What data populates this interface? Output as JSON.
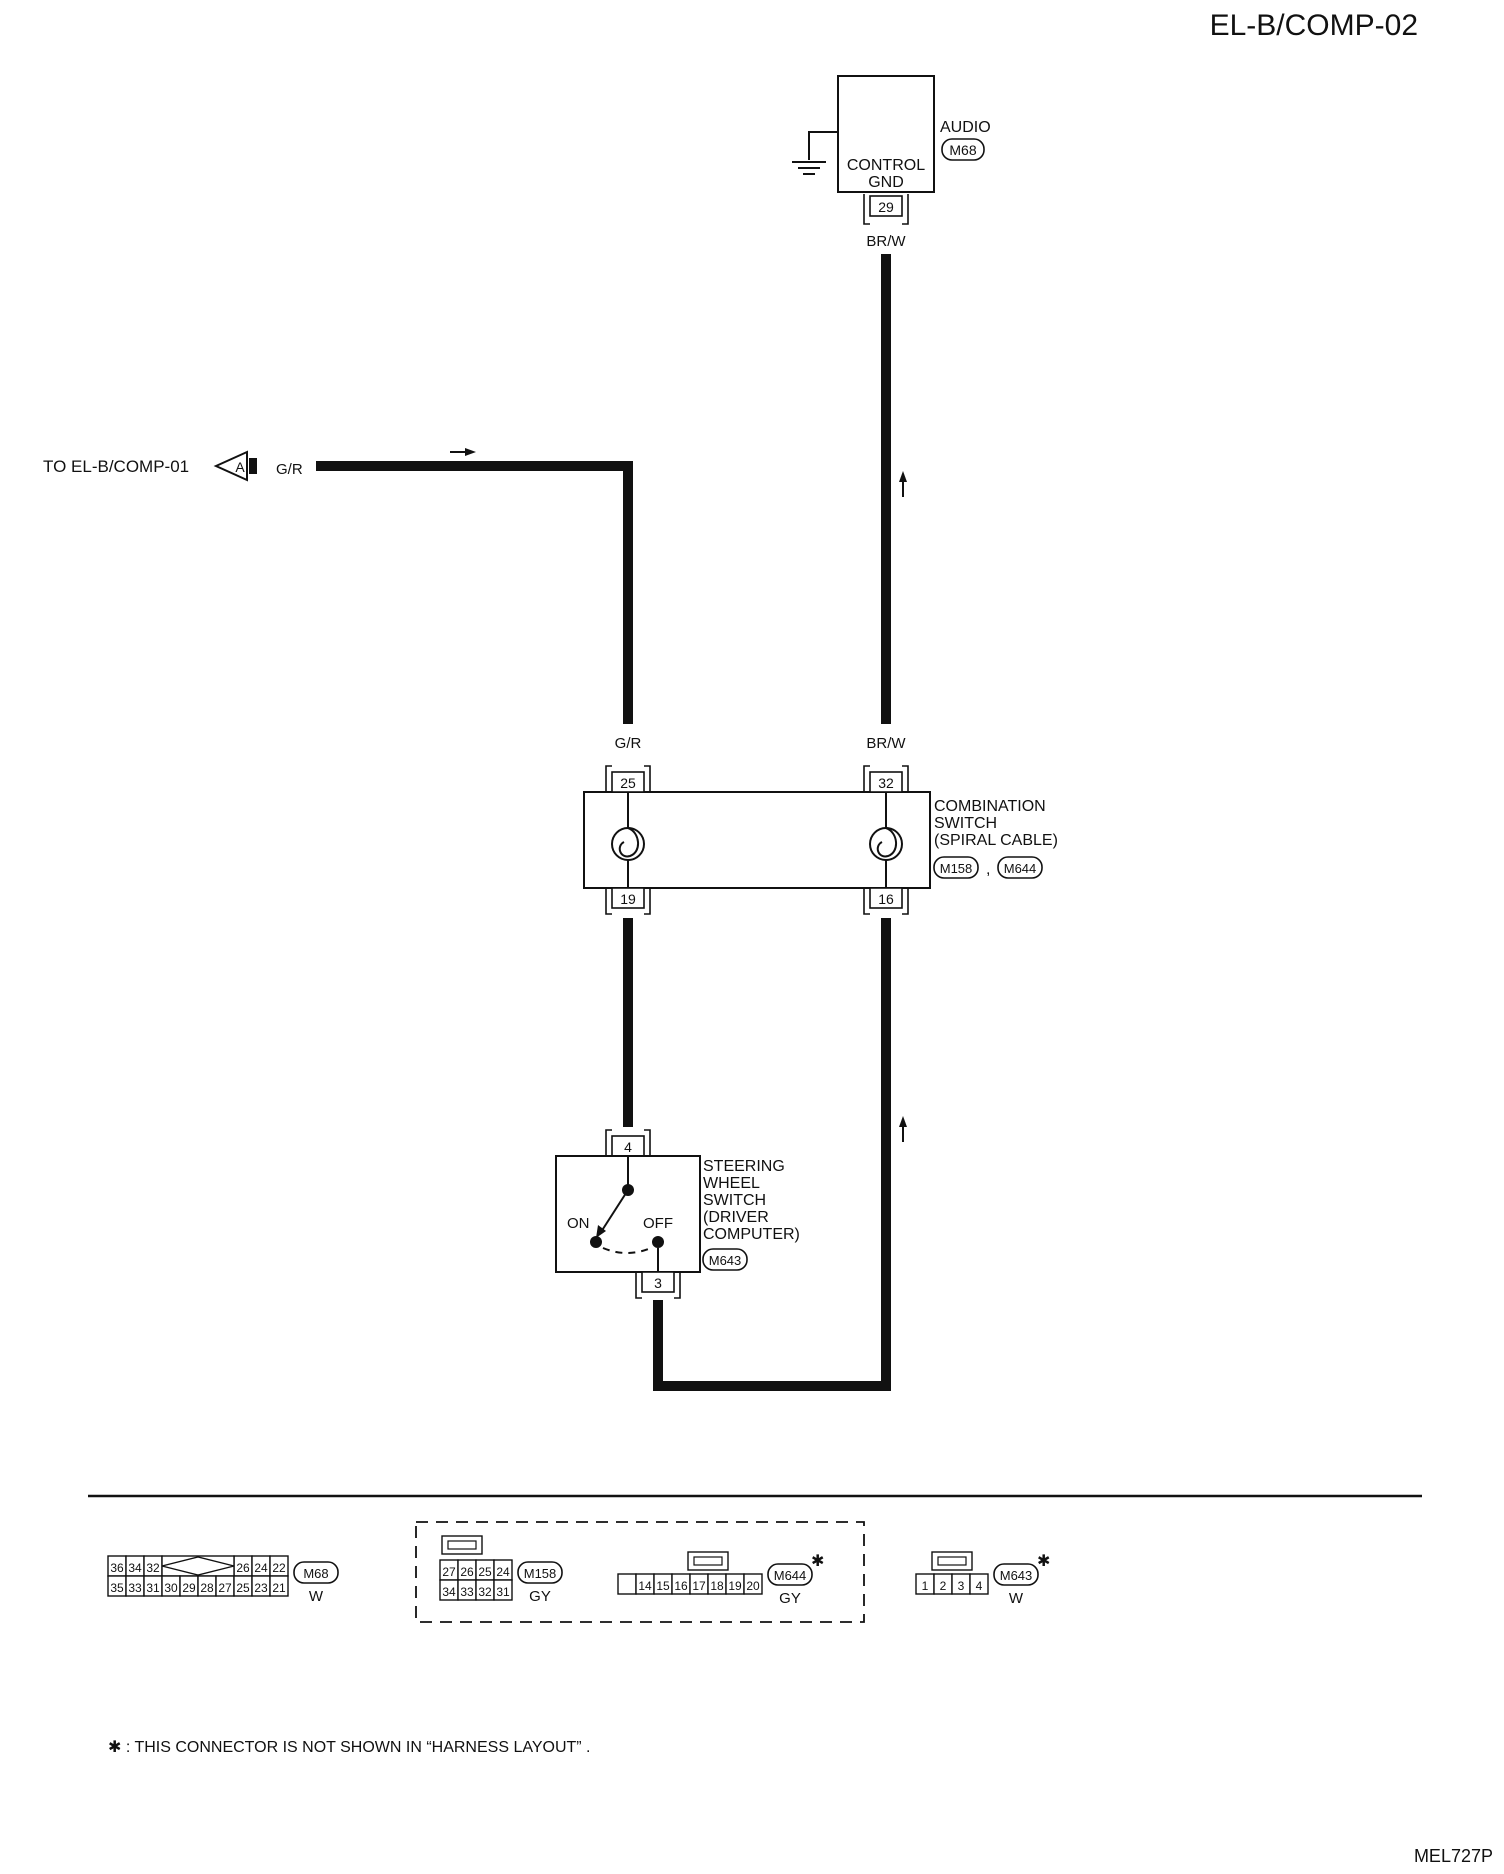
{
  "page_title": "EL-B/COMP-02",
  "figure_id": "MEL727P",
  "footnote": "✱ : THIS CONNECTOR IS NOT SHOWN IN “HARNESS LAYOUT” .",
  "audio": {
    "name": "AUDIO",
    "connector": "M68",
    "terminal_name_1": "CONTROL",
    "terminal_name_2": "GND",
    "pin": "29",
    "wire": "BR/W"
  },
  "offpage": {
    "text": "TO EL-B/COMP-01",
    "letter": "A",
    "wire": "G/R"
  },
  "combination_switch": {
    "line1": "COMBINATION",
    "line2": "SWITCH",
    "line3": "(SPIRAL CABLE)",
    "connector_a": "M158",
    "separator": ",",
    "connector_b": "M644",
    "wire_left": "G/R",
    "wire_right": "BR/W",
    "pin_top_left": "25",
    "pin_top_right": "32",
    "pin_bottom_left": "19",
    "pin_bottom_right": "16"
  },
  "steering_switch": {
    "line1": "STEERING",
    "line2": "WHEEL",
    "line3": "SWITCH",
    "line4": "(DRIVER",
    "line5": "COMPUTER)",
    "connector": "M643",
    "on_label": "ON",
    "off_label": "OFF",
    "pin_top": "4",
    "pin_bottom": "3"
  },
  "connector_views": {
    "m68": {
      "id": "M68",
      "color": "W",
      "top": [
        "36",
        "34",
        "32",
        "26",
        "24",
        "22"
      ],
      "bottom": [
        "35",
        "33",
        "31",
        "30",
        "29",
        "28",
        "27",
        "25",
        "23",
        "21"
      ]
    },
    "m158": {
      "id": "M158",
      "color": "GY",
      "top": [
        "27",
        "26",
        "25",
        "24"
      ],
      "bottom": [
        "34",
        "33",
        "32",
        "31"
      ]
    },
    "m644": {
      "id": "M644",
      "color": "GY",
      "star": "✱",
      "pins": [
        "14",
        "15",
        "16",
        "17",
        "18",
        "19",
        "20"
      ]
    },
    "m643": {
      "id": "M643",
      "color": "W",
      "star": "✱",
      "pins": [
        "1",
        "2",
        "3",
        "4"
      ]
    }
  }
}
